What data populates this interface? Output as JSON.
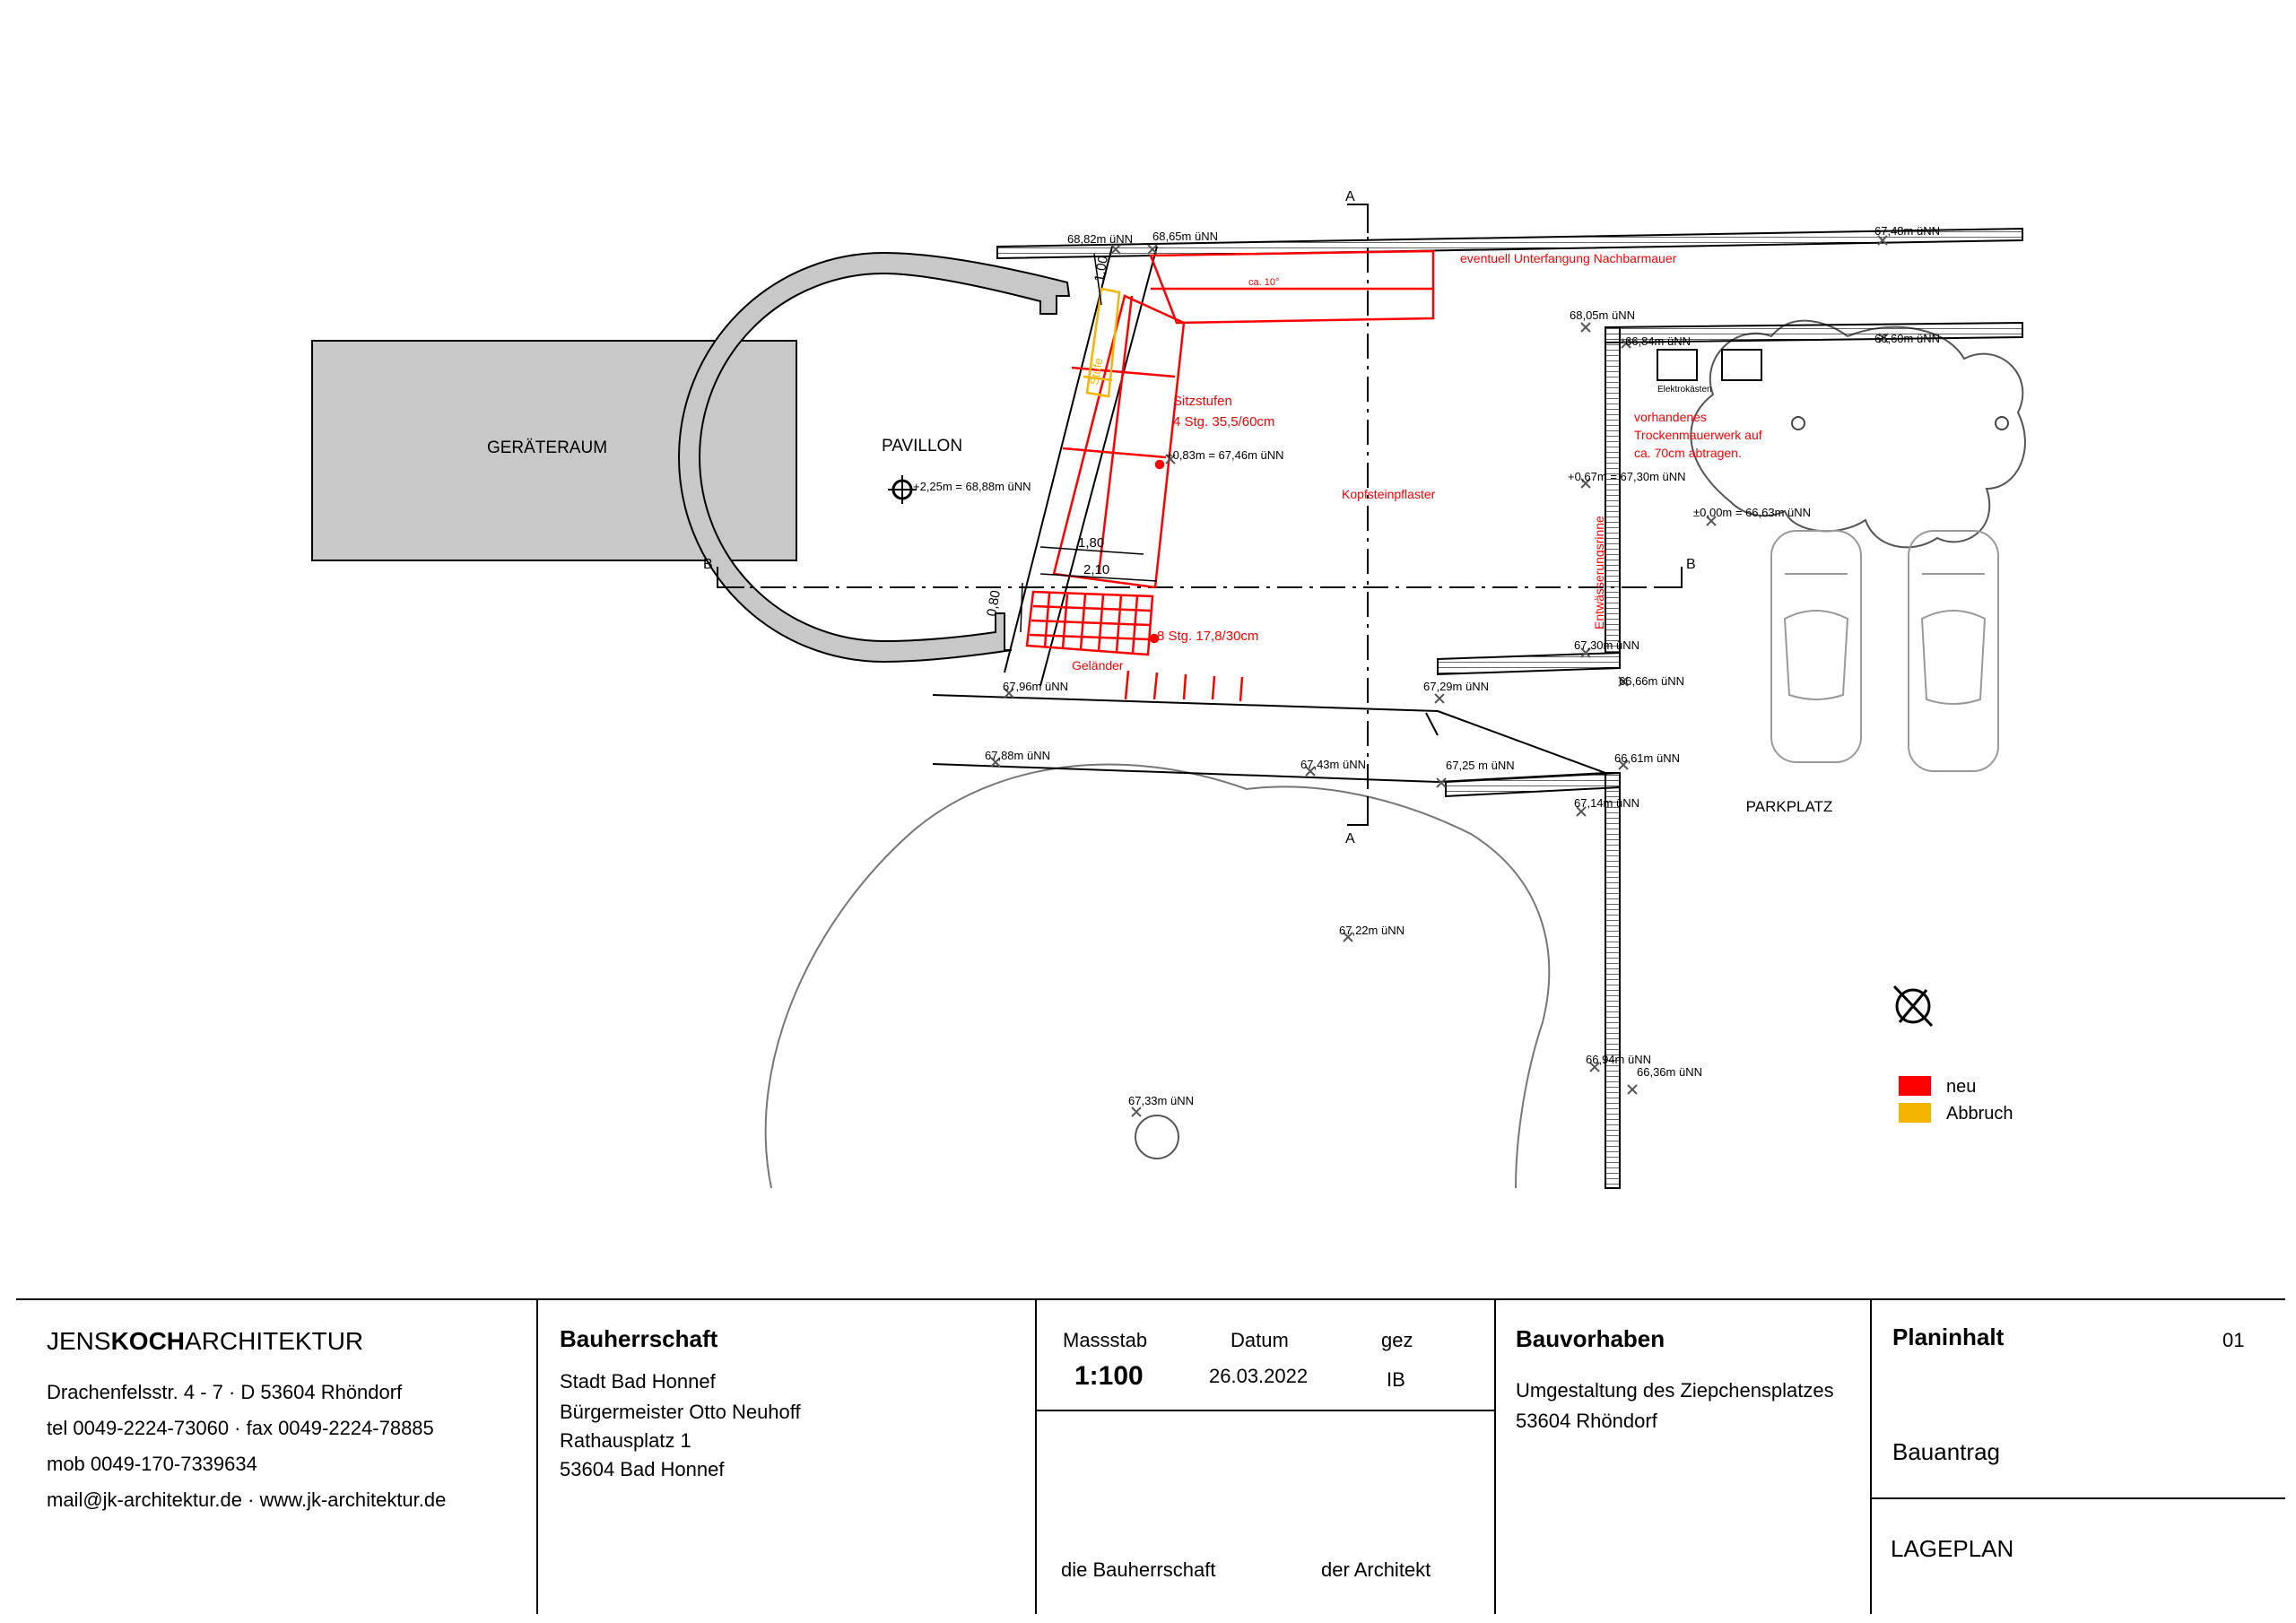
{
  "plan": {
    "rooms": {
      "geraeteraum": "GERÄTERAUM",
      "pavillon": "PAVILLON",
      "parkplatz": "PARKPLATZ"
    },
    "section_marks": {
      "a": "A",
      "b": "B"
    },
    "notes": {
      "nachbarmauer": "eventuell Unterfangung Nachbarmauer",
      "angle": "ca. 10°",
      "sitzstufen_1": "Sitzstufen",
      "sitzstufen_2": "4 Stg. 35,5/60cm",
      "stufe": "Stufe",
      "kopfsteinpflaster": "Kopfsteinpflaster",
      "trocken_1": "vorhandenes",
      "trocken_2": "Trockenmauerwerk auf",
      "trocken_3": "ca. 70cm abtragen.",
      "elektrokasten": "Elektrokästen",
      "rinne": "Entwässerungsrinne",
      "stufen8": "8 Stg. 17,8/30cm",
      "gelaender": "Geländer"
    },
    "dimensions": {
      "d100": "1,00",
      "d180": "1,80",
      "d210": "2,10",
      "d080": "0,80"
    },
    "levels": {
      "l1": "68,82m üNN",
      "l2": "68,65m üNN",
      "l3": "67,48m üNN",
      "l4": "68,05m üNN",
      "l5": "66,84m üNN",
      "l6": "66,60m üNN",
      "l7": "+2,25m = 68,88m üNN",
      "l8": "+0,83m = 67,46m üNN",
      "l9": "+0,67m = 67,30m üNN",
      "l10": "±0,00m = 66,63m üNN",
      "l11": "67,30m üNN",
      "l12": "66,66m üNN",
      "l13": "67,29m üNN",
      "l14": "67,96m üNN",
      "l15": "67,88m üNN",
      "l16": "67,43m üNN",
      "l17": "67,25 m üNN",
      "l18": "66,61m üNN",
      "l19": "67,14m üNN",
      "l20": "67,22m üNN",
      "l21": "66,94m üNN",
      "l22": "66,36m üNN",
      "l23": "67,33m üNN"
    },
    "legend": {
      "neu_label": "neu",
      "neu_color": "#ff0000",
      "abbruch_label": "Abbruch",
      "abbruch_color": "#f5b400"
    }
  },
  "title_block": {
    "office": {
      "name_pre": "JENS",
      "name_bold": "KOCH",
      "name_post": "ARCHITEKTUR",
      "address": "Drachenfelsstr. 4 - 7 · D 53604 Rhöndorf",
      "phone": "tel 0049-2224-73060 · fax 0049-2224-78885",
      "mobile": "mob 0049-170-7339634",
      "web": "mail@jk-architektur.de · www.jk-architektur.de"
    },
    "client": {
      "heading": "Bauherrschaft",
      "line1": "Stadt Bad Honnef",
      "line2": "Bürgermeister Otto Neuhoff",
      "line3": "Rathausplatz 1",
      "line4": "53604 Bad Honnef"
    },
    "meta": {
      "scale_label": "Massstab",
      "scale_value": "1:100",
      "date_label": "Datum",
      "date_value": "26.03.2022",
      "drawn_label": "gez",
      "drawn_value": "IB",
      "sign_client": "die Bauherrschaft",
      "sign_architect": "der Architekt"
    },
    "project": {
      "heading": "Bauvorhaben",
      "line1": "Umgestaltung des Ziepchensplatzes",
      "line2": "53604 Rhöndorf"
    },
    "content": {
      "heading": "Planinhalt",
      "number": "01",
      "type": "Bauantrag",
      "title": "LAGEPLAN"
    }
  }
}
